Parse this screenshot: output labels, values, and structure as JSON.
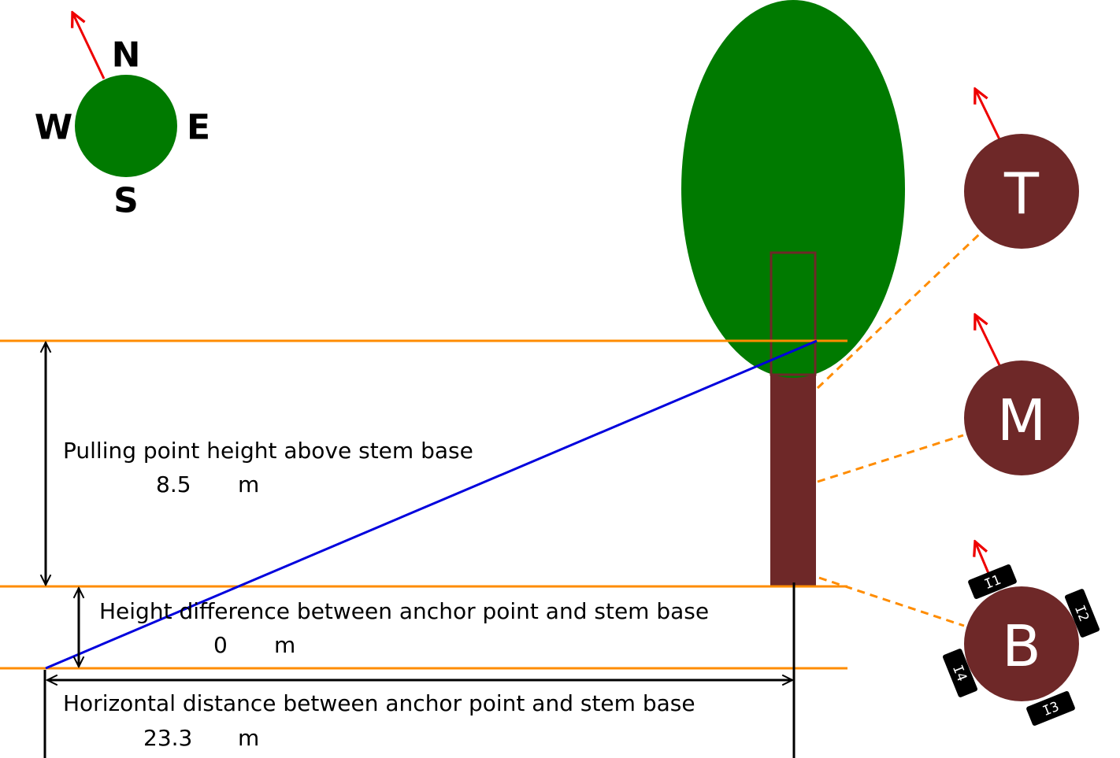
{
  "compass": {
    "north": "N",
    "south": "S",
    "east": "E",
    "west": "W"
  },
  "sensors": {
    "top": "T",
    "middle": "M",
    "bottom": "B"
  },
  "inclinometers": [
    "I1",
    "I2",
    "I3",
    "I4"
  ],
  "measurements": {
    "pulling_height": {
      "label": "Pulling point height above stem base",
      "value": "8.5",
      "unit": "m"
    },
    "height_difference": {
      "label": "Height difference between anchor point and stem base",
      "value": "0",
      "unit": "m"
    },
    "horizontal_distance": {
      "label": "Horizontal distance between anchor point and stem base",
      "value": "23.3",
      "unit": "m"
    }
  },
  "colors": {
    "crown": "#007a00",
    "trunk": "#6e2828",
    "guide_lines": "#ff8c00",
    "rope": "#0000dd",
    "arrows": "#ee0000",
    "dimension": "#000000"
  },
  "icons": [
    "north-arrow-icon",
    "double-arrow-icon"
  ]
}
